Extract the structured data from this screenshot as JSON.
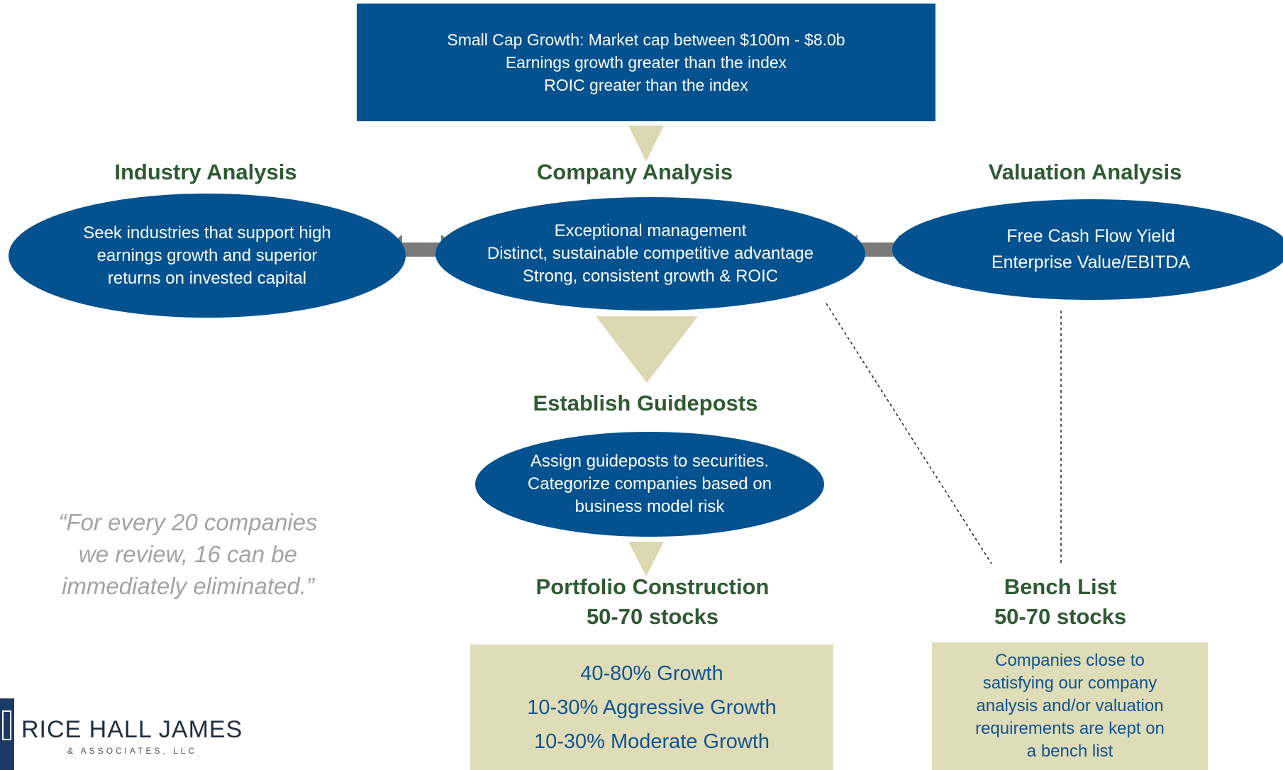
{
  "criteria_box": {
    "lines": [
      "Small Cap Growth: Market cap between $100m - $8.0b",
      "Earnings growth greater than the index",
      "ROIC greater than the index"
    ]
  },
  "industry_analysis": {
    "heading": "Industry Analysis",
    "lines": [
      "Seek industries that support high",
      "earnings growth and superior",
      "returns on invested capital"
    ]
  },
  "company_analysis": {
    "heading": "Company Analysis",
    "lines": [
      "Exceptional management",
      "Distinct, sustainable competitive advantage",
      "Strong, consistent growth & ROIC"
    ]
  },
  "valuation_analysis": {
    "heading": "Valuation Analysis",
    "lines": [
      "Free Cash Flow Yield",
      "Enterprise Value/EBITDA"
    ]
  },
  "guideposts": {
    "heading": "Establish Guideposts",
    "lines": [
      "Assign guideposts to securities.",
      "Categorize companies based on",
      "business model risk"
    ]
  },
  "portfolio": {
    "heading": "Portfolio Construction",
    "count": "50-70 stocks",
    "items": [
      "40-80% Growth",
      "10-30% Aggressive Growth",
      "10-30% Moderate Growth"
    ]
  },
  "bench": {
    "heading": "Bench List",
    "count": "50-70 stocks",
    "lines": [
      "Companies close to",
      "satisfying our company",
      "analysis and/or valuation",
      "requirements are kept on",
      "a bench list"
    ]
  },
  "quote": {
    "lines": [
      "“For every 20 companies",
      "we review, 16 can be",
      "immediately eliminated.”"
    ]
  },
  "logo": {
    "name": "RICE HALL JAMES",
    "sub": "& ASSOCIATES, LLC"
  },
  "colors": {
    "navy": "#03528f",
    "heading_green": "#2f5a32",
    "tan": "#dfdcb8",
    "arrow_gray": "#7a7a7a",
    "triangle": "#dcd9b2"
  }
}
